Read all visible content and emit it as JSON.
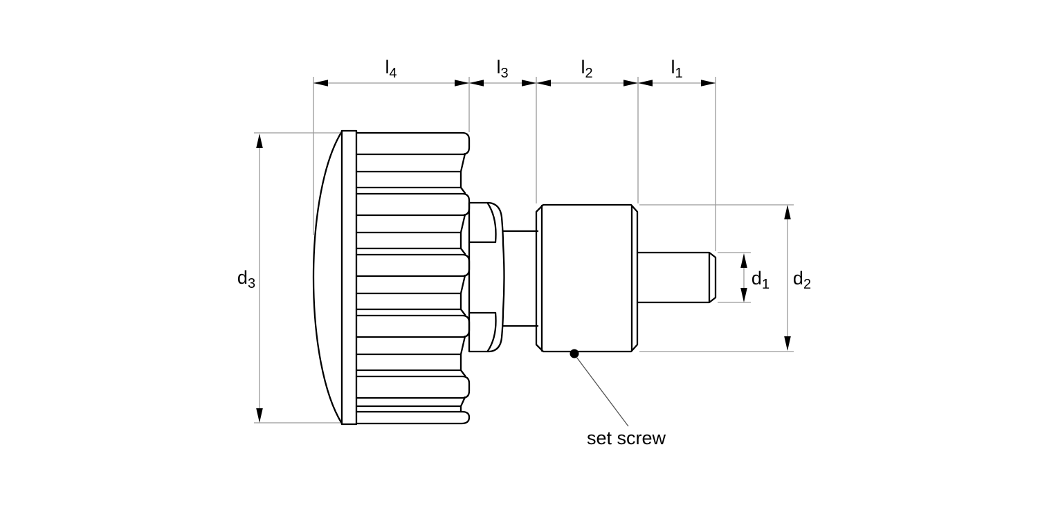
{
  "figure": {
    "type": "technical-drawing",
    "subject": "knurled knob side view with chained length dimensions and diameter dimensions",
    "colors": {
      "background": "#ffffff",
      "outline": "#000000",
      "dimension": "#999999",
      "arrowhead": "#000000",
      "leader": "#555555",
      "text": "#000000"
    },
    "labels": {
      "l4": {
        "base": "l",
        "sub": "4"
      },
      "l3": {
        "base": "l",
        "sub": "3"
      },
      "l2": {
        "base": "l",
        "sub": "2"
      },
      "l1": {
        "base": "l",
        "sub": "1"
      },
      "d3": {
        "base": "d",
        "sub": "3"
      },
      "d1": {
        "base": "d",
        "sub": "1"
      },
      "d2": {
        "base": "d",
        "sub": "2"
      }
    },
    "annotations": {
      "set_screw": "set screw"
    }
  }
}
